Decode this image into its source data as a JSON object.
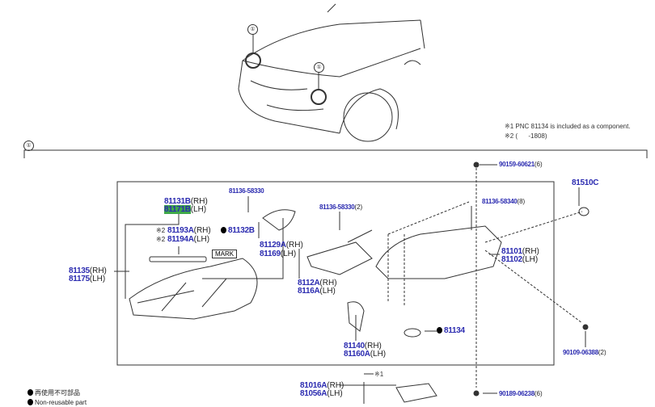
{
  "callouts": [
    "①",
    "①",
    "①"
  ],
  "notes": [
    "※1 PNC 81134 is included as a component.",
    "※2 (      -1808)"
  ],
  "mark_label": "MARK",
  "labels": [
    {
      "part": "90159-60621",
      "suffix": "(6)"
    },
    {
      "part": "81510C",
      "suffix": ""
    },
    {
      "part": "81136-58330",
      "suffix": ""
    },
    {
      "part": "81131B",
      "suffix": "(RH)"
    },
    {
      "part": "81171B",
      "suffix": "(LH)"
    },
    {
      "part": "81136-58330",
      "suffix": "(2)"
    },
    {
      "part": "81136-58340",
      "suffix": "(8)"
    },
    {
      "prefix": "※2",
      "part": "81193A",
      "suffix": "(RH)"
    },
    {
      "prefix": "※2",
      "part": "81194A",
      "suffix": "(LH)"
    },
    {
      "part": "81132B",
      "suffix": ""
    },
    {
      "part": "81129A",
      "suffix": "(RH)"
    },
    {
      "part": "81169",
      "suffix": "(LH)"
    },
    {
      "part": "81101",
      "suffix": "(RH)"
    },
    {
      "part": "81102",
      "suffix": "(LH)"
    },
    {
      "part": "81135",
      "suffix": "(RH)"
    },
    {
      "part": "81175",
      "suffix": "(LH)"
    },
    {
      "part": "8112A",
      "suffix": "(RH)"
    },
    {
      "part": "8116A",
      "suffix": "(LH)"
    },
    {
      "part": "81134",
      "suffix": ""
    },
    {
      "part": "81140",
      "suffix": "(RH)"
    },
    {
      "part": "81160A",
      "suffix": "(LH)"
    },
    {
      "part": "90109-06388",
      "suffix": "(2)"
    },
    {
      "part": "81016A",
      "suffix": "(RH)"
    },
    {
      "part": "81056A",
      "suffix": "(LH)"
    },
    {
      "part": "90189-06238",
      "suffix": "(6)"
    }
  ],
  "ref1": "※1",
  "legend": [
    "再使用不可部品",
    "Non-reusable part"
  ]
}
